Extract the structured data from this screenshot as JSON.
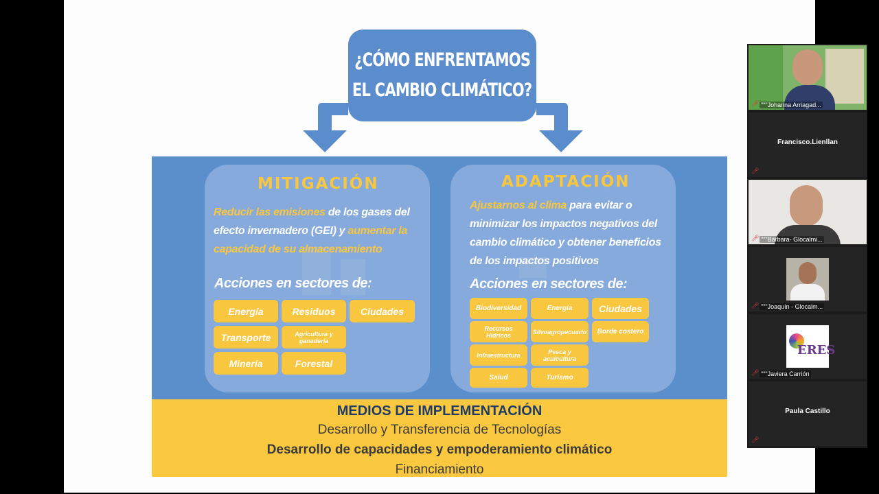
{
  "slide": {
    "title_lines": [
      "¿CÓMO ENFRENTAMOS",
      "EL CAMBIO CLIMÁTICO?"
    ],
    "mitigation": {
      "title": "MITIGACIÓN",
      "text_hl1": "Reducir las emisiones",
      "text_1": " de los gases del efecto invernadero (GEI) y ",
      "text_hl2": "aumentar la capacidad de su almacenamiento",
      "actions_label": "Acciones en sectores de:",
      "sectors": [
        "Energía",
        "Residuos",
        "Ciudades",
        "Transporte",
        "Agricultura y ganadería",
        "Minería",
        "Forestal"
      ]
    },
    "adaptation": {
      "title": "ADAPTACIÓN",
      "text_hl1": "Ajustarnos al clima",
      "text_1": " para evitar o minimizar los impactos negativos del cambio climático y obtener beneficios de los impactos positivos",
      "actions_label": "Acciones en sectores de:",
      "sectors": [
        "Biodiversidad",
        "Energía",
        "Ciudades",
        "Recursos Hídricos",
        "Silvoagropecuario",
        "Borde costero",
        "Infraestructura",
        "Pesca y acuicultura",
        "Salud",
        "Turismo"
      ]
    },
    "implementation": {
      "heading": "MEDIOS DE IMPLEMENTACIÓN",
      "line1": "Desarrollo y Transferencia de Tecnologías",
      "line2": "Desarrollo de capacidades y empoderamiento climático",
      "line3": "Financiamiento"
    },
    "colors": {
      "blue": "#5a8fcb",
      "light_blue": "#86aadb",
      "yellow": "#f9c640"
    }
  },
  "participants": [
    {
      "label": "\"\"\"Johanna Arriagad...",
      "has_video": true,
      "muted": true
    },
    {
      "name": "Francisco.Lienllan",
      "has_video": false,
      "muted": true
    },
    {
      "label": "\"\"\"Bárbara- Glocalmi...",
      "has_video": true,
      "muted": true
    },
    {
      "label": "\"\"\"Joaquín - Glocalm...",
      "has_video": true,
      "muted": true
    },
    {
      "label": "\"\"\"Javiera Carrión",
      "has_video": true,
      "logo_text": "ERES",
      "muted": true
    },
    {
      "name": "Paula Castillo",
      "has_video": false,
      "muted": true
    }
  ],
  "icons": {
    "mic_muted": "mic-muted-icon"
  }
}
